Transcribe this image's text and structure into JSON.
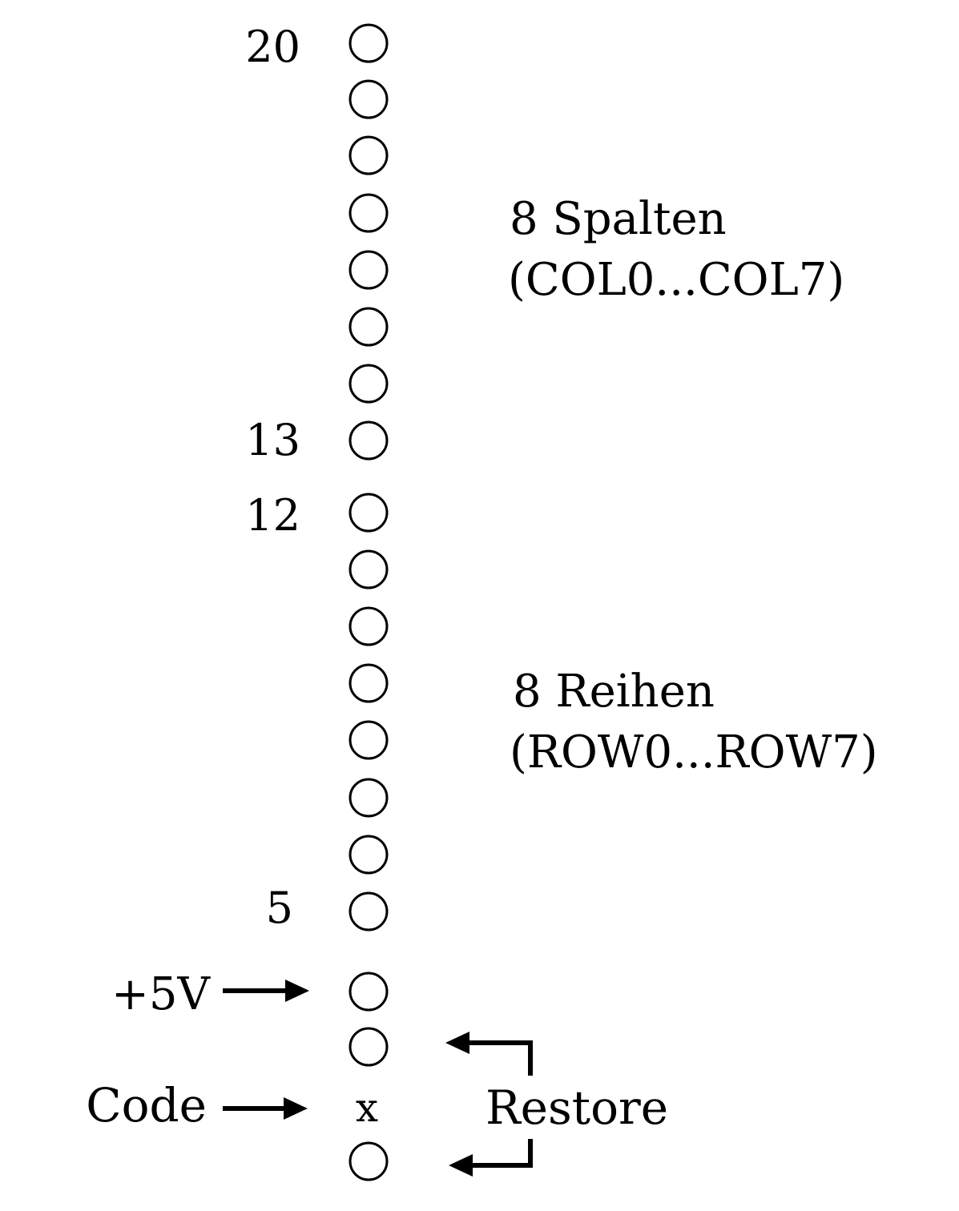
{
  "pins": {
    "label_20": "20",
    "label_13": "13",
    "label_12": "12",
    "label_5": "5",
    "missing_pin_mark": "x"
  },
  "groups": {
    "columns_title": "8 Spalten",
    "columns_range": "(COL0...COL7)",
    "rows_title": "8 Reihen",
    "rows_range": "(ROW0...ROW7)"
  },
  "signals": {
    "power": "+5V",
    "code": "Code",
    "restore": "Restore"
  },
  "colors": {
    "ink": "#000000",
    "paper": "#ffffff"
  }
}
